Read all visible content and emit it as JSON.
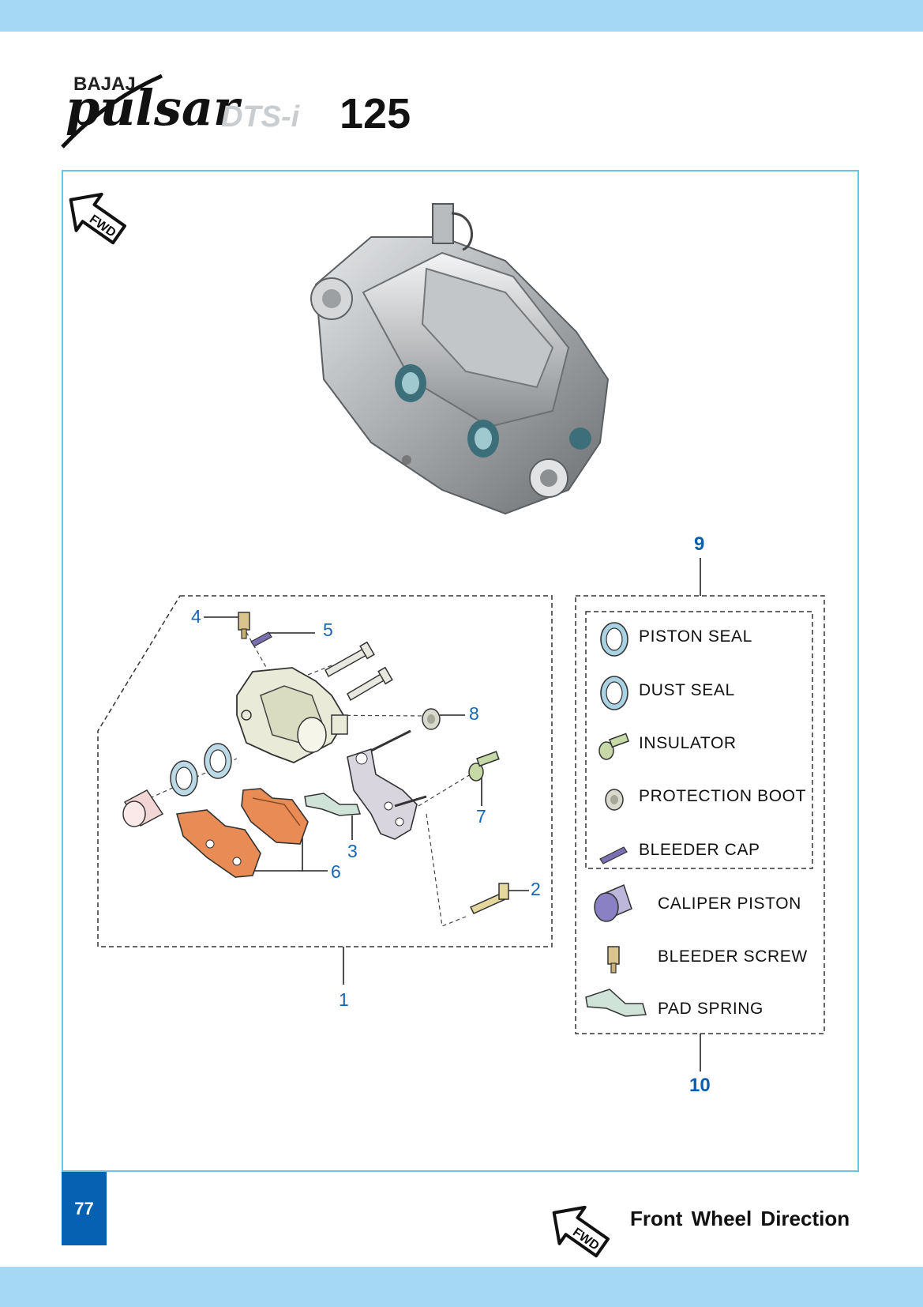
{
  "brand": {
    "maker": "BAJAJ",
    "model_script": "pulsar",
    "model_variant": "DTS-i",
    "model_number": "125"
  },
  "fwd_badge": "FWD",
  "page_number": "77",
  "footer": {
    "direction_label": "Front Wheel Direction"
  },
  "callouts": {
    "c1": "1",
    "c2": "2",
    "c3": "3",
    "c4": "4",
    "c5": "5",
    "c6": "6",
    "c7": "7",
    "c8": "8",
    "c9": "9",
    "c10": "10"
  },
  "kit9": [
    "PISTON SEAL",
    "DUST SEAL",
    "INSULATOR",
    "PROTECTION BOOT",
    "BLEEDER CAP"
  ],
  "kit10": [
    "CALIPER PISTON",
    "BLEEDER SCREW",
    "PAD SPRING"
  ],
  "colors": {
    "band": "#a4d8f5",
    "frame": "#6cc3ea",
    "page_badge": "#0661b3",
    "callout_text": "#1766b4"
  }
}
